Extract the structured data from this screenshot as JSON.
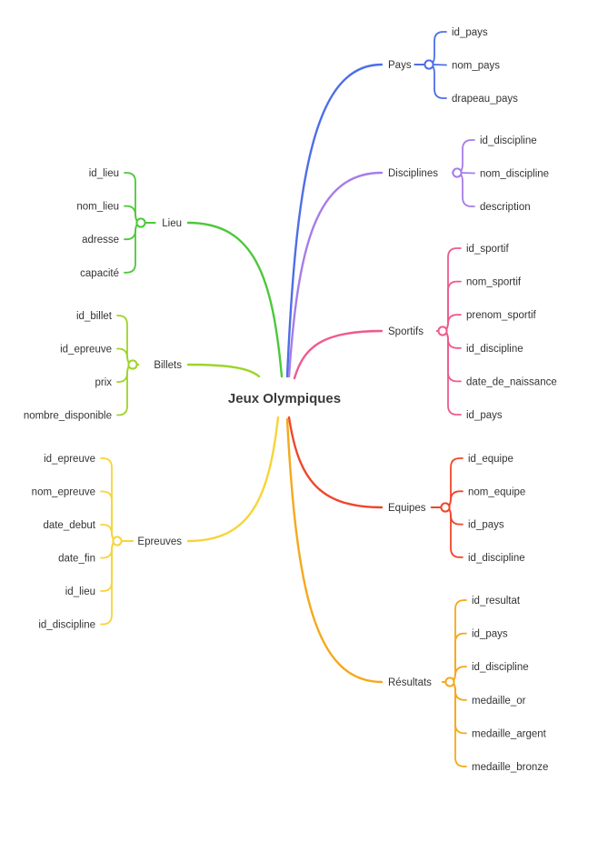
{
  "root": {
    "label": "Jeux Olympiques"
  },
  "branches": [
    {
      "id": "pays",
      "label": "Pays",
      "side": "right",
      "color": "#4d6ee8",
      "fields": [
        "id_pays",
        "nom_pays",
        "drapeau_pays"
      ]
    },
    {
      "id": "disciplines",
      "label": "Disciplines",
      "side": "right",
      "color": "#a57de8",
      "fields": [
        "id_discipline",
        "nom_discipline",
        "description"
      ]
    },
    {
      "id": "sportifs",
      "label": "Sportifs",
      "side": "right",
      "color": "#ee5a8e",
      "fields": [
        "id_sportif",
        "nom_sportif",
        "prenom_sportif",
        "id_discipline",
        "date_de_naissance",
        "id_pays"
      ]
    },
    {
      "id": "equipes",
      "label": "Equipes",
      "side": "right",
      "color": "#f0462a",
      "fields": [
        "id_equipe",
        "nom_equipe",
        "id_pays",
        "id_discipline"
      ]
    },
    {
      "id": "resultats",
      "label": "Résultats",
      "side": "right",
      "color": "#f5a81c",
      "fields": [
        "id_resultat",
        "id_pays",
        "id_discipline",
        "medaille_or",
        "medaille_argent",
        "medaille_bronze"
      ]
    },
    {
      "id": "lieu",
      "label": "Lieu",
      "side": "left",
      "color": "#4cc83a",
      "fields": [
        "id_lieu",
        "nom_lieu",
        "adresse",
        "capacité"
      ]
    },
    {
      "id": "billets",
      "label": "Billets",
      "side": "left",
      "color": "#9ed42a",
      "fields": [
        "id_billet",
        "id_epreuve",
        "prix",
        "nombre_disponible"
      ]
    },
    {
      "id": "epreuves",
      "label": "Epreuves",
      "side": "left",
      "color": "#f7d439",
      "fields": [
        "id_epreuve",
        "nom_epreuve",
        "date_debut",
        "date_fin",
        "id_lieu",
        "id_discipline"
      ]
    }
  ]
}
